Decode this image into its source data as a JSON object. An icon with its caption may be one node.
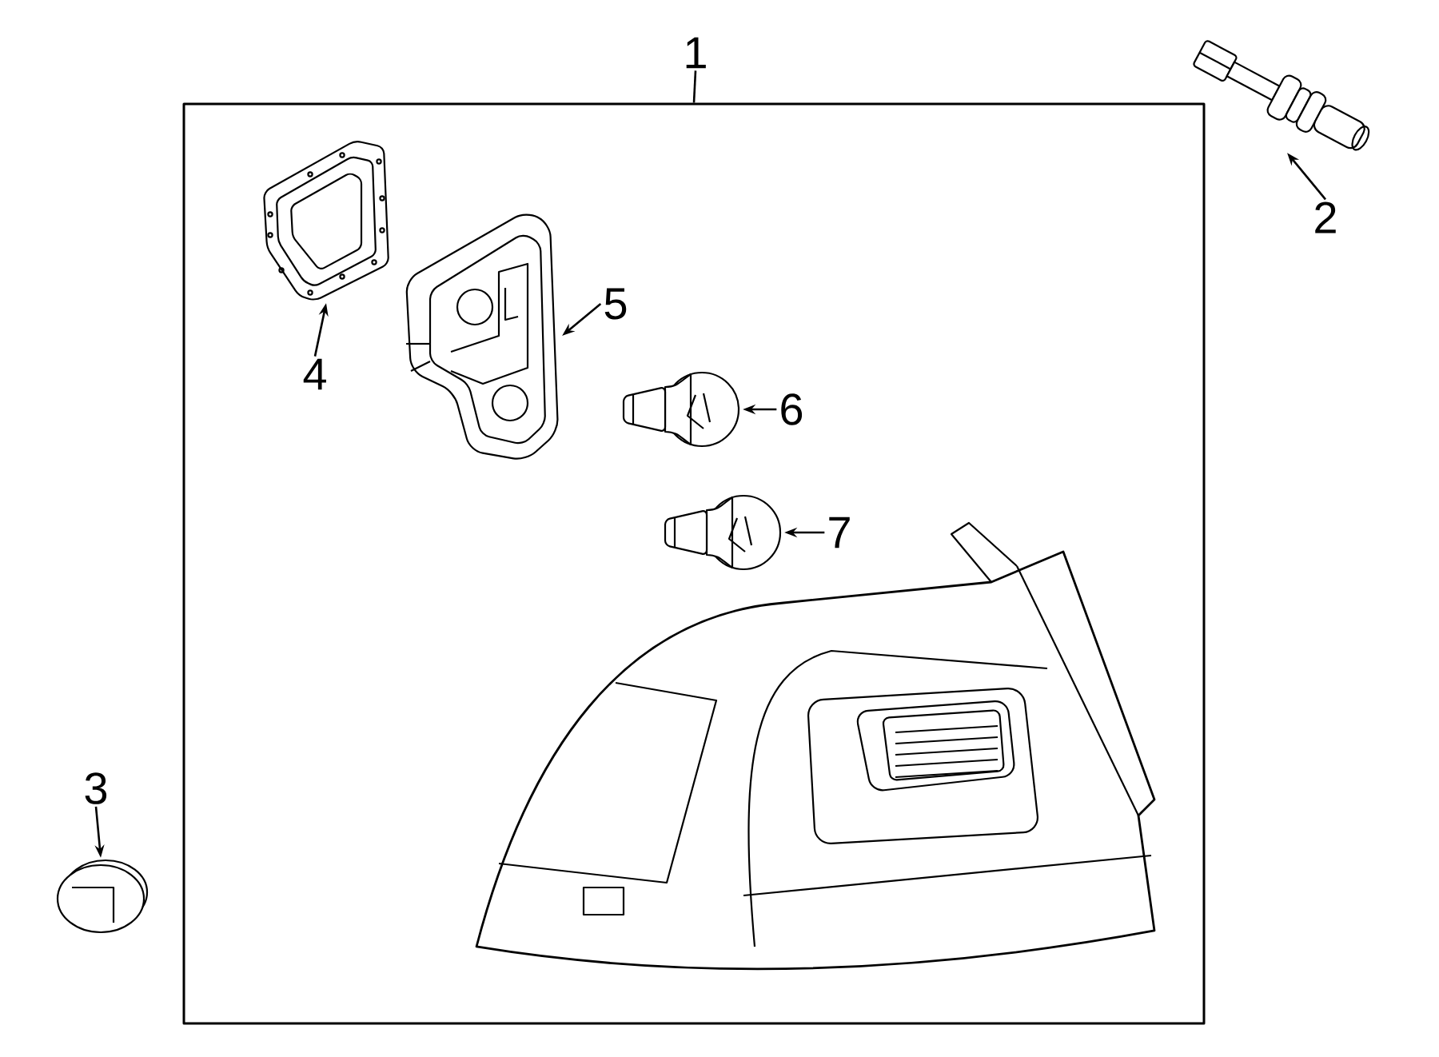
{
  "diagram": {
    "nodes": [
      {
        "text": [
          "1"
        ]
      },
      {
        "text": [],
        "shape": "box"
      },
      {
        "text": [
          "2"
        ]
      },
      {
        "text": [],
        "shape": "picture"
      },
      {
        "text": [
          "3"
        ]
      },
      {
        "text": [],
        "shape": "picture"
      },
      {
        "text": [
          "4"
        ],
        "in": 1
      },
      {
        "text": [],
        "shape": "picture",
        "in": 1
      },
      {
        "text": [
          "5"
        ],
        "in": 1
      },
      {
        "text": [],
        "shape": "picture",
        "in": 1
      },
      {
        "text": [
          "6"
        ],
        "in": 1
      },
      {
        "text": [],
        "shape": "picture",
        "in": 1
      },
      {
        "text": [
          "7"
        ],
        "in": 1
      },
      {
        "text": [],
        "shape": "picture",
        "in": 1
      }
    ],
    "edges": [
      {
        "from": 0,
        "to": 1,
        "arrow": "none"
      },
      {
        "from": 2,
        "to": 3,
        "arrow": "to"
      },
      {
        "from": 4,
        "to": 5,
        "arrow": "to"
      },
      {
        "from": 6,
        "to": 7,
        "arrow": "to"
      },
      {
        "from": 8,
        "to": 9,
        "arrow": "to"
      },
      {
        "from": 10,
        "to": 11,
        "arrow": "to"
      },
      {
        "from": 12,
        "to": 13,
        "arrow": "to"
      }
    ]
  }
}
